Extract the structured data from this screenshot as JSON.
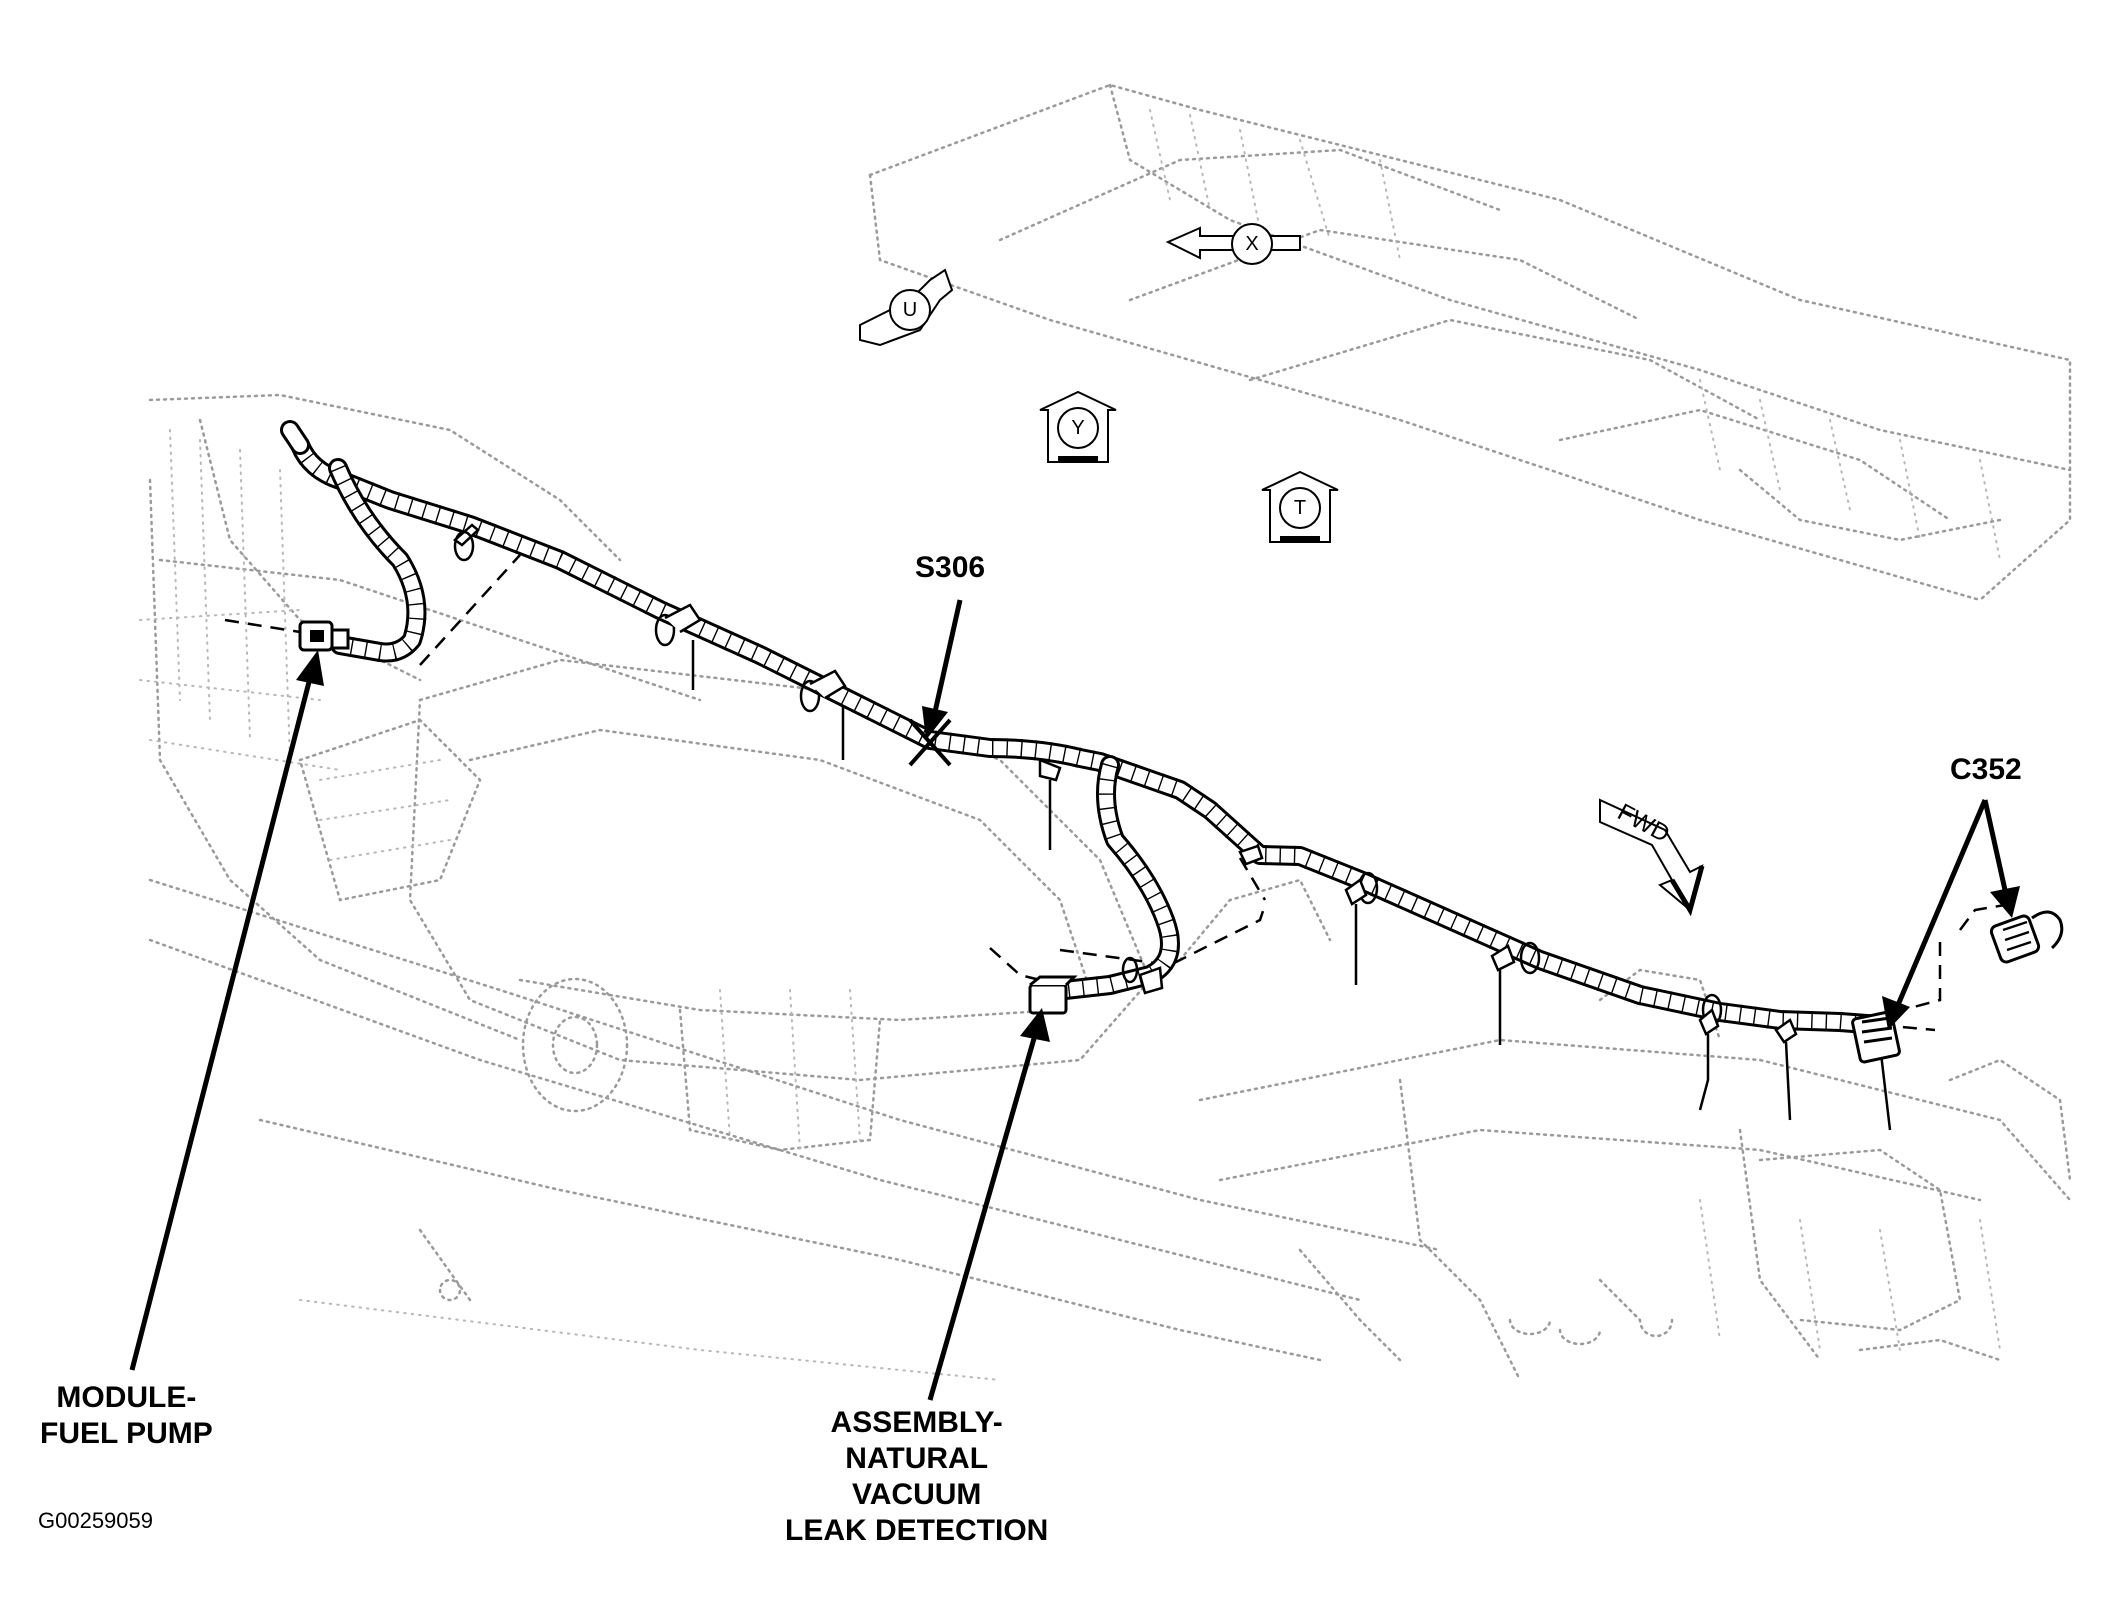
{
  "diagram": {
    "callouts": {
      "splice": "S306",
      "connector": "C352",
      "fuel_pump_module": [
        "MODULE-",
        "FUEL PUMP"
      ],
      "leak_detection_assembly": [
        "ASSEMBLY-",
        "NATURAL",
        "VACUUM",
        "LEAK DETECTION"
      ]
    },
    "direction_markers": [
      "U",
      "X",
      "Y",
      "T"
    ],
    "forward_indicator": "FWD",
    "figure_code": "G00259059"
  }
}
